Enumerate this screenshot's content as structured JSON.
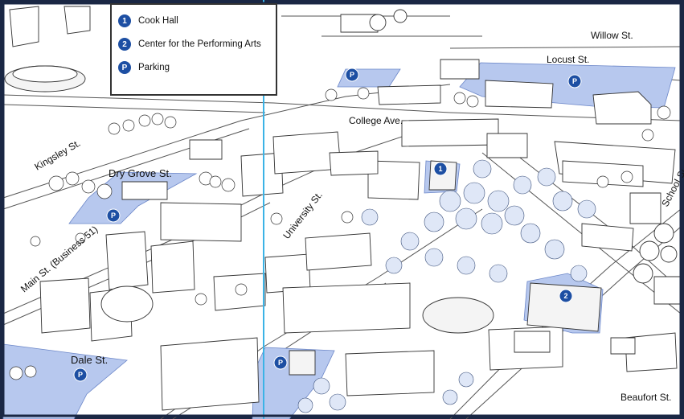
{
  "legend": {
    "items": [
      {
        "marker": "1",
        "label": "Cook Hall"
      },
      {
        "marker": "2",
        "label": "Center for the Performing Arts"
      },
      {
        "marker": "P",
        "label": "Parking"
      }
    ]
  },
  "streets": {
    "willow": "Willow St.",
    "locust": "Locust St.",
    "college": "College Ave.",
    "kingsley": "Kingsley St.",
    "dry_grove": "Dry Grove St.",
    "university": "University St.",
    "main": "Main St. (Business 51)",
    "dale": "Dale St.",
    "school": "School St.",
    "beaufort": "Beaufort St."
  },
  "markers": {
    "cook_hall": "1",
    "performing_arts": "2",
    "parking": "P"
  },
  "colors": {
    "highlight": "#b7c8ee",
    "marker": "#1d4fa3",
    "frame": "#1a2744",
    "divider": "#3bb3e6"
  }
}
